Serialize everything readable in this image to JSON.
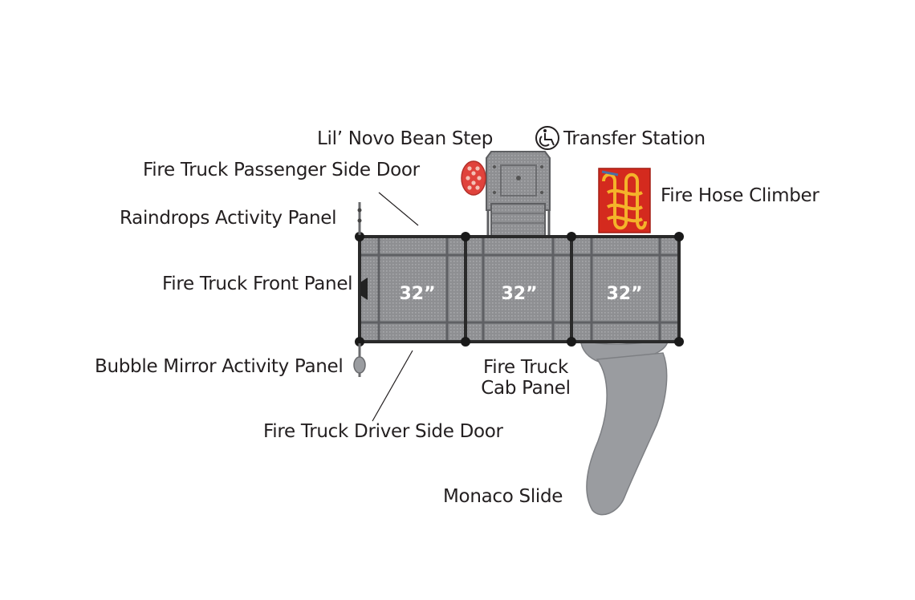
{
  "colors": {
    "deck_fill": "#8c8d90",
    "deck_grid": "#6f7073",
    "post": "#1a1a1a",
    "slide": "#9a9ca0",
    "climber_bg": "#d42a1e",
    "climber_line": "#f4b32a",
    "bean_step": "#e0433c",
    "label_text": "#231f20"
  },
  "labels": {
    "bean_step": "Lil’ Novo Bean Step",
    "transfer_station": "Transfer Station",
    "passenger_door": "Fire Truck Passenger Side Door",
    "fire_hose_climber": "Fire Hose Climber",
    "raindrops_panel": "Raindrops Activity Panel",
    "front_panel": "Fire Truck Front Panel",
    "bubble_mirror": "Bubble Mirror Activity Panel",
    "cab_panel_line1": "Fire Truck",
    "cab_panel_line2": "Cab Panel",
    "driver_door": "Fire Truck Driver Side Door",
    "monaco_slide": "Monaco Slide"
  },
  "decks": [
    {
      "size": "32”"
    },
    {
      "size": "32”"
    },
    {
      "size": "32”"
    }
  ],
  "icons": {
    "transfer_station": "wheelchair-icon"
  }
}
